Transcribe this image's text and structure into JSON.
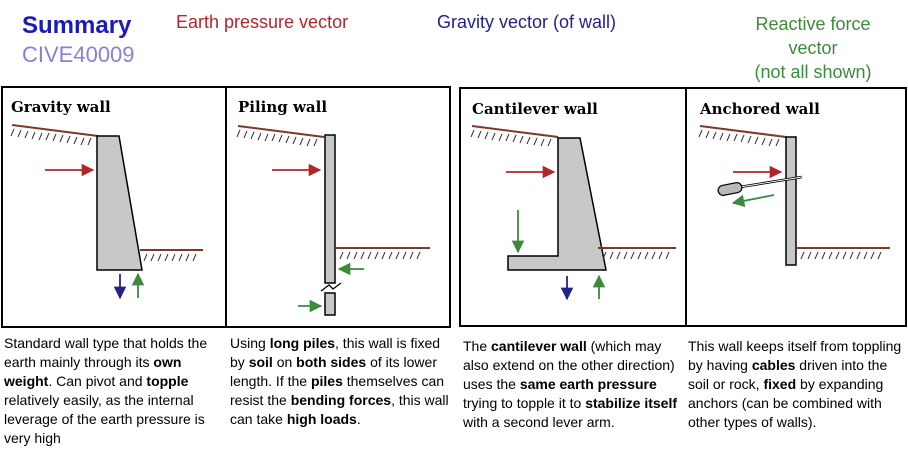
{
  "header": {
    "title": "Summary",
    "subtitle": "CIVE40009",
    "legend_earth": "Earth pressure vector",
    "legend_gravity": "Gravity vector (of wall)",
    "legend_reactive_1": "Reactive force",
    "legend_reactive_2": "vector",
    "legend_reactive_3": "(not all shown)"
  },
  "colors": {
    "earth_pressure": "#b0262b",
    "gravity": "#22228a",
    "reactive": "#3c8a3c",
    "wall_fill": "#c8c8c8",
    "ground_line": "#7a3a2a"
  },
  "panels": [
    {
      "title": "Gravity wall"
    },
    {
      "title": "Piling wall"
    },
    {
      "title": "Cantilever wall"
    },
    {
      "title": "Anchored wall"
    }
  ],
  "descriptions": [
    {
      "segments": [
        {
          "t": "Standard wall type that holds the earth mainly through its ",
          "b": false
        },
        {
          "t": "own weight",
          "b": true
        },
        {
          "t": ". Can pivot and ",
          "b": false
        },
        {
          "t": "topple",
          "b": true
        },
        {
          "t": " relatively easily, as the internal leverage of the earth pressure is very high",
          "b": false
        }
      ]
    },
    {
      "segments": [
        {
          "t": "Using ",
          "b": false
        },
        {
          "t": "long piles",
          "b": true
        },
        {
          "t": ", this wall is fixed by ",
          "b": false
        },
        {
          "t": "soil",
          "b": true
        },
        {
          "t": " on ",
          "b": false
        },
        {
          "t": "both sides",
          "b": true
        },
        {
          "t": " of its lower length. If the ",
          "b": false
        },
        {
          "t": "piles",
          "b": true
        },
        {
          "t": " themselves can resist the ",
          "b": false
        },
        {
          "t": "bending forces",
          "b": true
        },
        {
          "t": ", this wall can take ",
          "b": false
        },
        {
          "t": "high loads",
          "b": true
        },
        {
          "t": ".",
          "b": false
        }
      ]
    },
    {
      "segments": [
        {
          "t": "The ",
          "b": false
        },
        {
          "t": "cantilever wall",
          "b": true
        },
        {
          "t": " (which may also extend on the other direction) uses the ",
          "b": false
        },
        {
          "t": "same earth pressure",
          "b": true
        },
        {
          "t": " trying to topple it to ",
          "b": false
        },
        {
          "t": "stabilize itself",
          "b": true
        },
        {
          "t": " with a second lever arm.",
          "b": false
        }
      ]
    },
    {
      "segments": [
        {
          "t": "This wall keeps itself from toppling by having ",
          "b": false
        },
        {
          "t": "cables",
          "b": true
        },
        {
          "t": " driven into the soil or rock, ",
          "b": false
        },
        {
          "t": "fixed",
          "b": true
        },
        {
          "t": " by expanding anchors (can be combined with other types of walls).",
          "b": false
        }
      ]
    }
  ]
}
